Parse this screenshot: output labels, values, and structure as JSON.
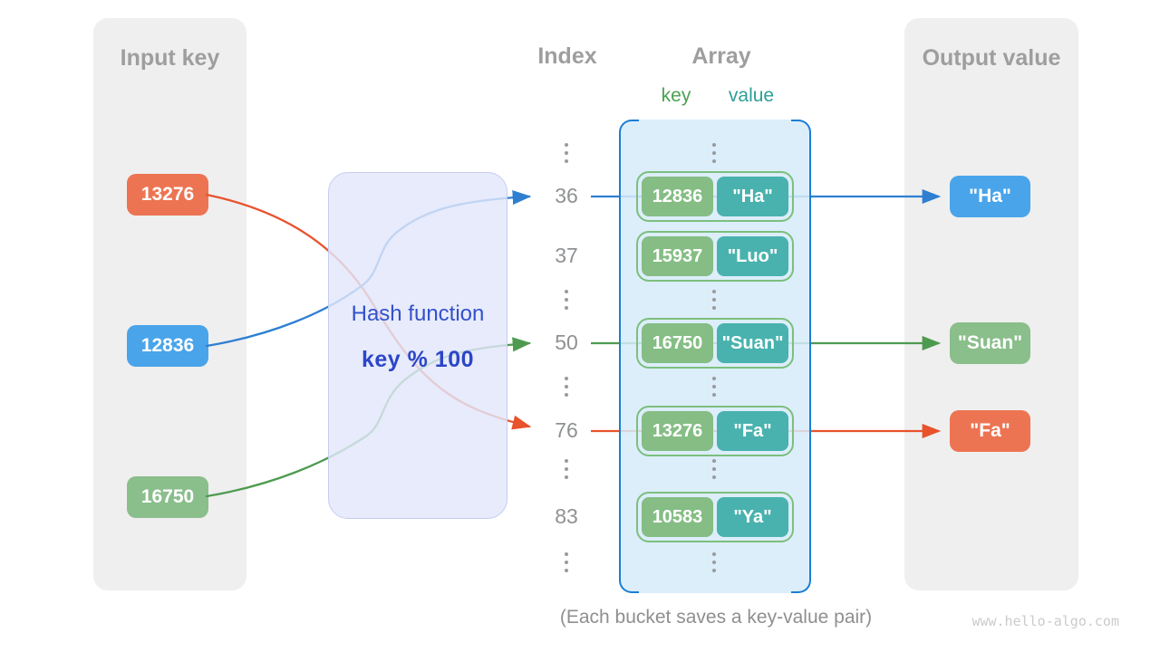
{
  "input_panel": {
    "title": "Input key",
    "items": [
      {
        "label": "13276",
        "color": "#ED7452"
      },
      {
        "label": "12836",
        "color": "#49A4EA"
      },
      {
        "label": "16750",
        "color": "#8ABE8B"
      }
    ]
  },
  "output_panel": {
    "title": "Output value",
    "items": [
      {
        "label": "\"Ha\"",
        "color": "#49A4EA"
      },
      {
        "label": "\"Suan\"",
        "color": "#8ABE8B"
      },
      {
        "label": "\"Fa\"",
        "color": "#ED7452"
      }
    ]
  },
  "hash_function": {
    "label": "Hash function",
    "formula": "key % 100"
  },
  "index_column": {
    "title": "Index",
    "values": [
      "36",
      "37",
      "50",
      "76",
      "83"
    ]
  },
  "array": {
    "title": "Array",
    "key_label": "key",
    "value_label": "value",
    "key_box_color": "#85BD85",
    "value_box_color": "#49B2AE",
    "buckets": [
      {
        "key": "12836",
        "value": "\"Ha\""
      },
      {
        "key": "15937",
        "value": "\"Luo\""
      },
      {
        "key": "16750",
        "value": "\"Suan\""
      },
      {
        "key": "13276",
        "value": "\"Fa\""
      },
      {
        "key": "10583",
        "value": "\"Ya\""
      }
    ]
  },
  "caption": "(Each bucket saves a key-value pair)",
  "watermark": "www.hello-algo.com",
  "colors": {
    "panel_bg": "#EFEFEF",
    "heading_gray": "#9E9E9E",
    "index_gray": "#8F9193",
    "line_orange": "#E8532C",
    "line_blue": "#2E7FD1",
    "line_green": "#4E9B50",
    "array_border_blue": "#1B7ED4",
    "bucket_border_green": "#7CBF7E",
    "hash_text_blue": "#3351CB",
    "key_label_green": "#4DA153",
    "value_label_teal": "#2E9E98"
  }
}
